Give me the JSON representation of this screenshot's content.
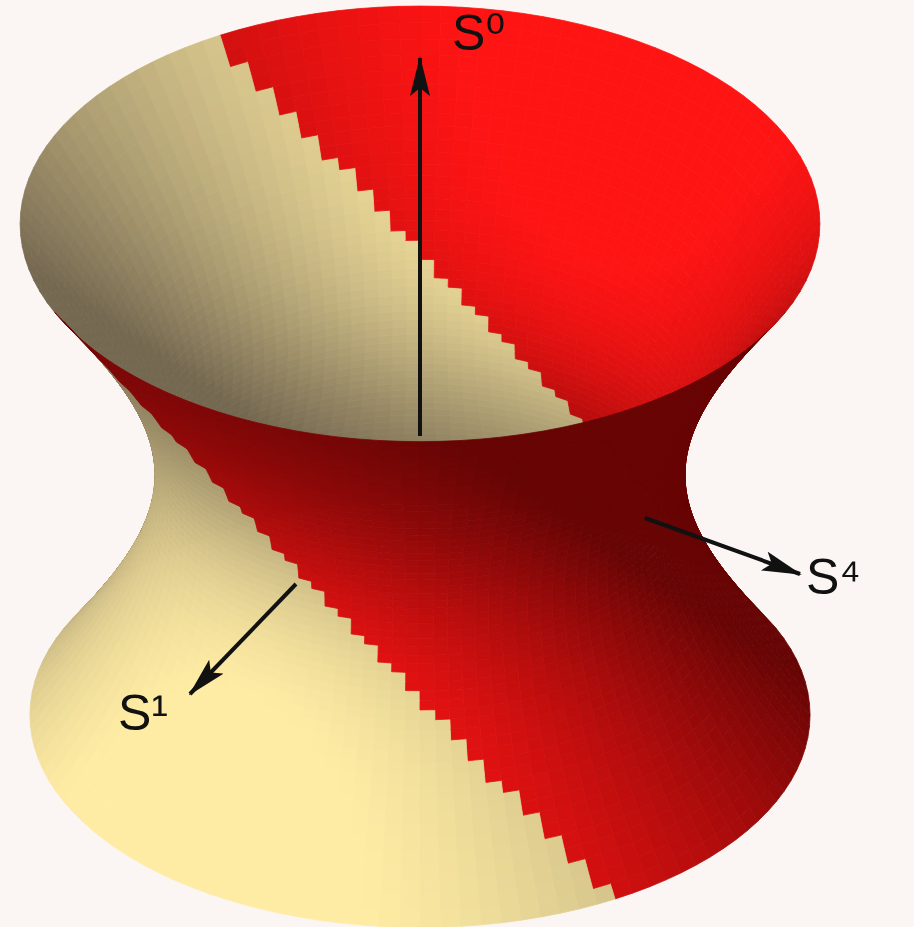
{
  "diagram": {
    "labels": [
      "S⁰",
      "S¹",
      "S⁴"
    ]
  }
}
